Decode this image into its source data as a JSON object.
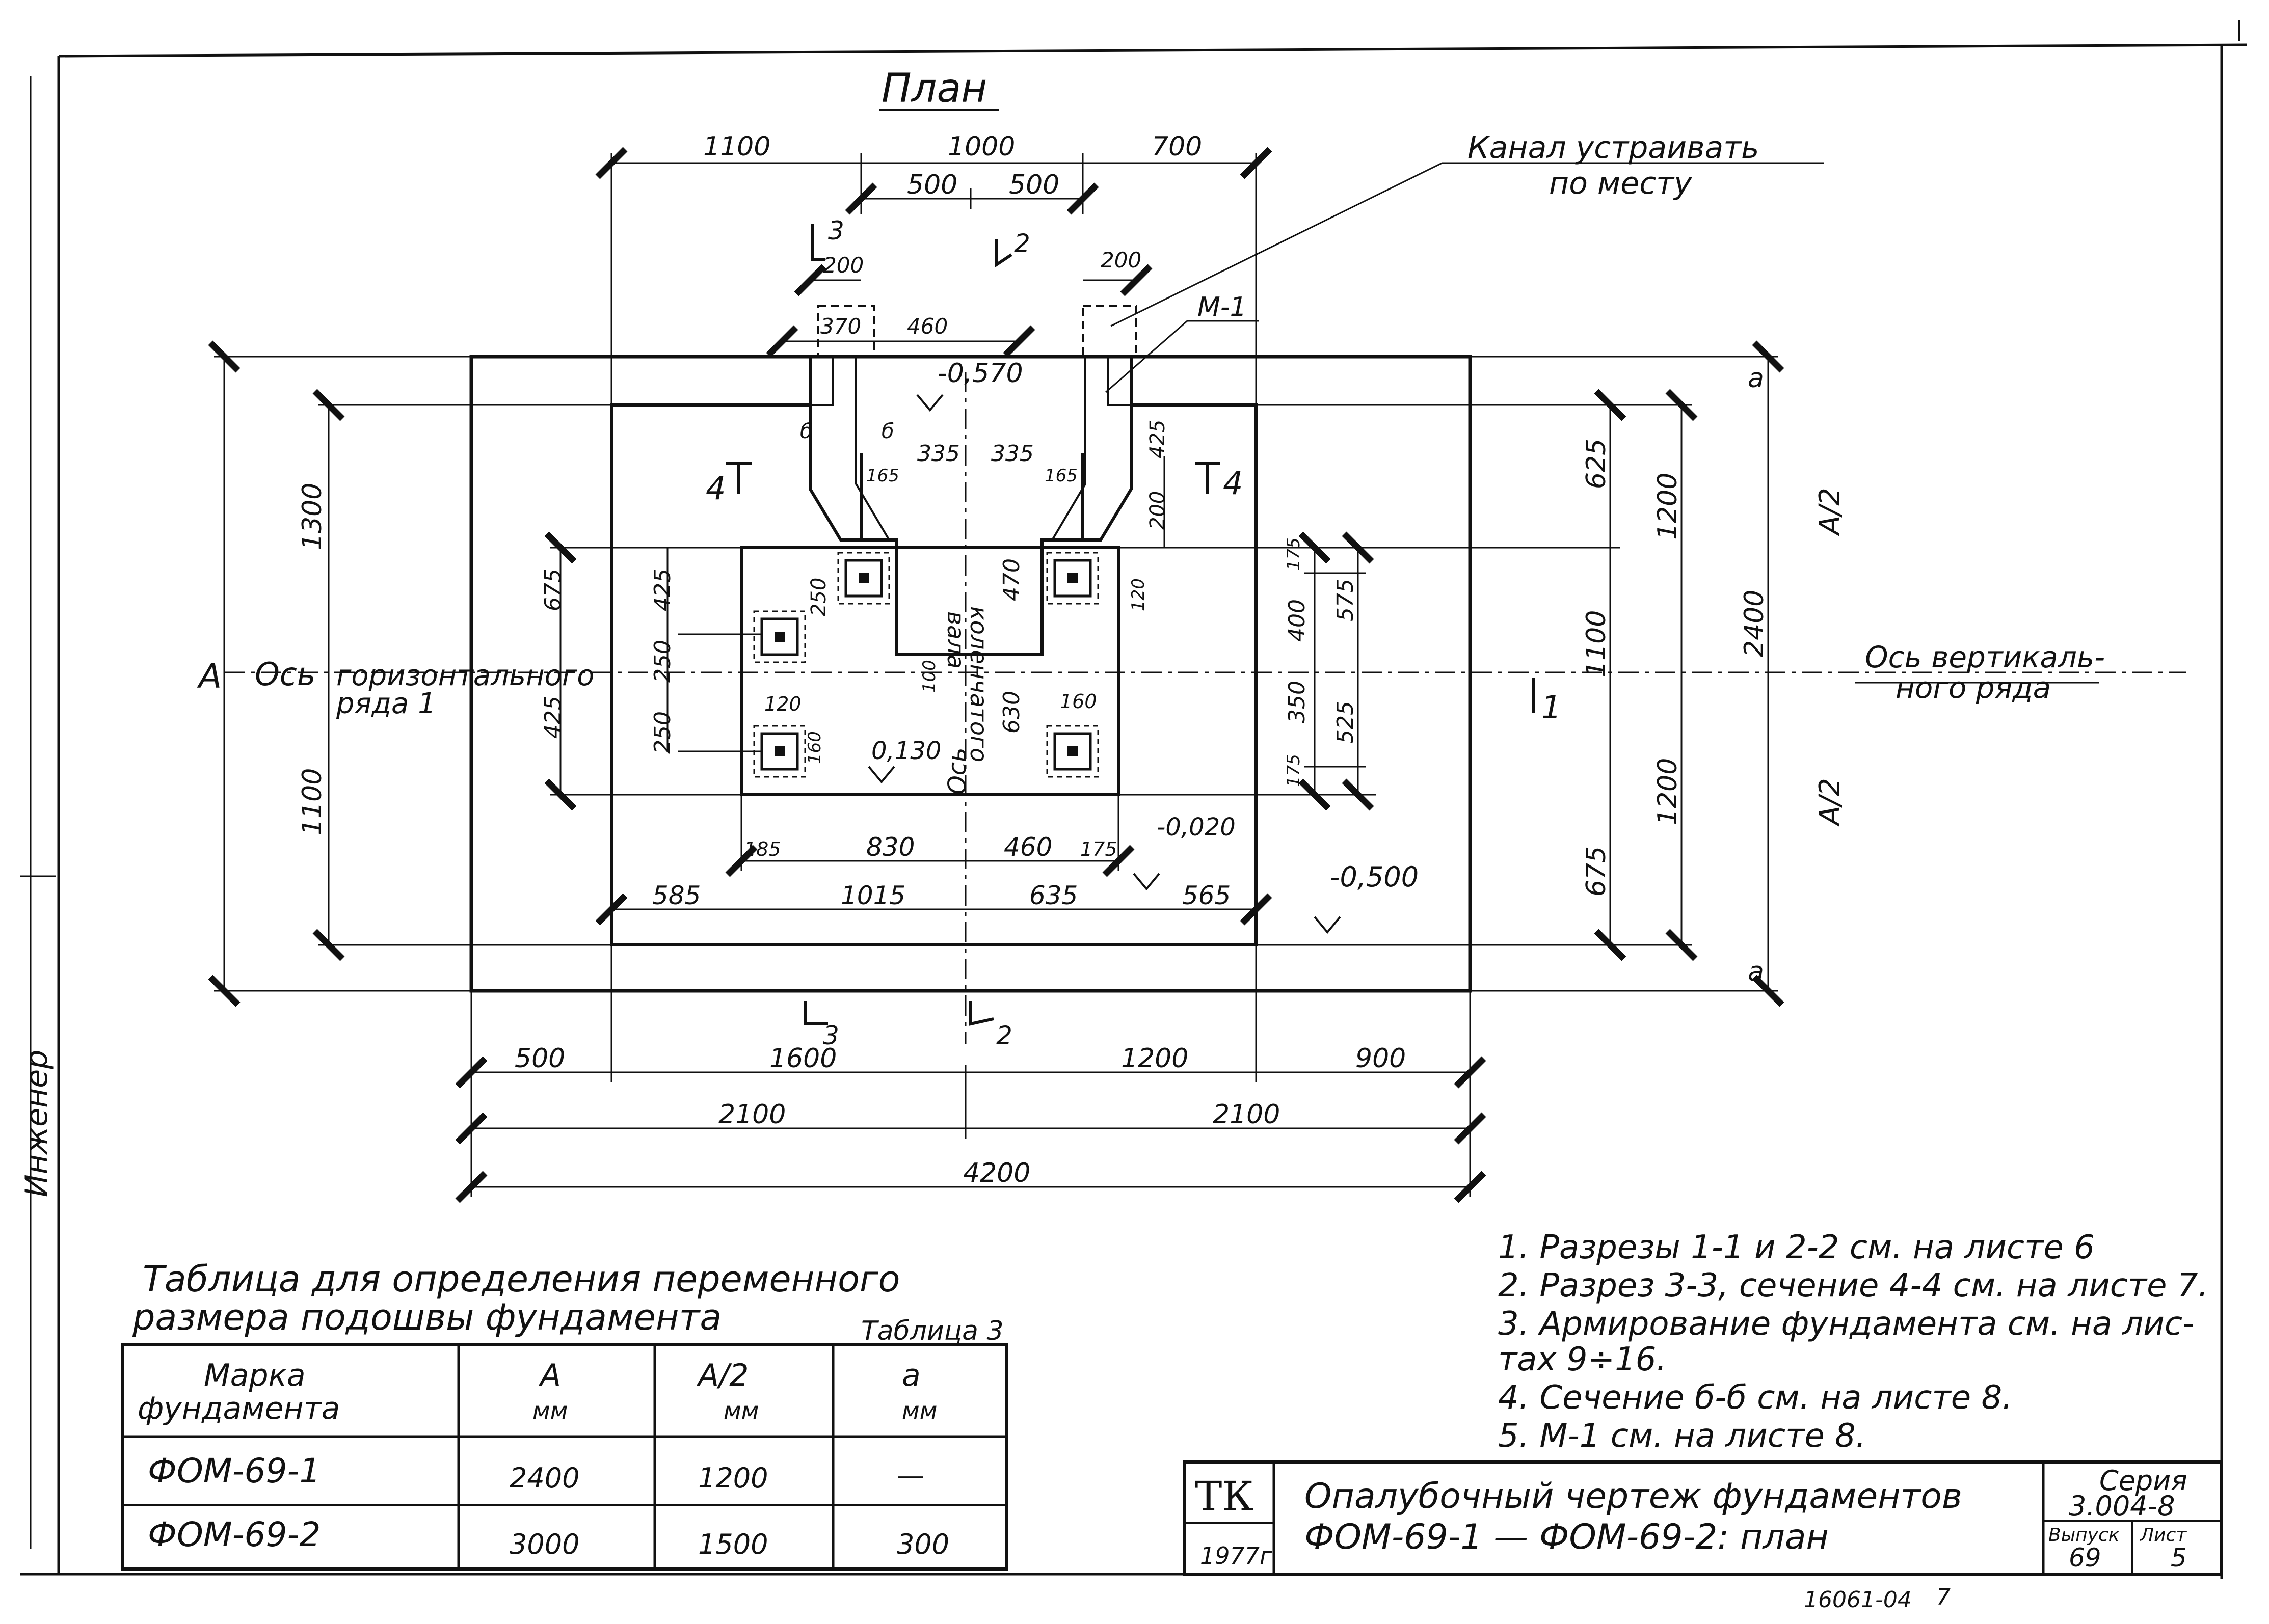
{
  "title": "План",
  "top_dims": {
    "d1100": "1100",
    "d1000": "1000",
    "d700": "700",
    "d500a": "500",
    "d500b": "500",
    "d200a": "200",
    "d200b": "200",
    "d370": "370",
    "d460": "460"
  },
  "channel_note": [
    "Канал устраивать",
    "по месту"
  ],
  "m1_label": "М-1",
  "section_marks": {
    "s3_top": "3",
    "s2_top": "2",
    "s3_bot": "3",
    "s2_bot": "2",
    "s4_left": "4",
    "s4_right": "4",
    "s1": "1",
    "b_left": "б",
    "b_right": "б"
  },
  "levels": {
    "l_0570": "-0,570",
    "l_0130": "0,130",
    "l_0020": "-0,020",
    "l_0500": "-0,500"
  },
  "inner_dims": {
    "d335a": "335",
    "d335b": "335",
    "d165a": "165",
    "d165b": "165",
    "d425r": "425",
    "d200r": "200",
    "d250": "250",
    "d470": "470",
    "d120r": "120",
    "d175a": "175",
    "d400": "400",
    "d575": "575",
    "d350": "350",
    "d525": "525",
    "d175b": "175",
    "d100": "100",
    "d630": "630",
    "d160a": "160",
    "d120b": "120",
    "d160b": "160",
    "d425l1": "425",
    "d250l1": "250",
    "d250l2": "250",
    "d675l": "675",
    "d425l2": "425",
    "d185": "185",
    "d830": "830",
    "d460b": "460",
    "d175c": "175",
    "d585": "585",
    "d1015": "1015",
    "d635": "635",
    "d565": "565"
  },
  "pit_label": [
    "коленчатого",
    "вала"
  ],
  "axis_labels": {
    "axis_short": "Ось",
    "horizontal": [
      "Ось",
      "горизонтального",
      "ряда 1"
    ],
    "vertical": [
      "Ось вертикаль-",
      "ного ряда"
    ]
  },
  "left_dims": {
    "A": "А",
    "d1300": "1300",
    "d1100": "1100"
  },
  "right_dims": {
    "a_top": "a",
    "a_bot": "a",
    "d625": "625",
    "d1100": "1100",
    "d675": "675",
    "d1200a": "1200",
    "d1200b": "1200",
    "d2400": "2400",
    "A2a": "А/2",
    "A2b": "А/2"
  },
  "bottom_dims": {
    "d500": "500",
    "d1600": "1600",
    "d1200": "1200",
    "d900": "900",
    "d2100a": "2100",
    "d2100b": "2100",
    "d4200": "4200"
  },
  "table": {
    "title_line1": "Таблица для определения переменного",
    "title_line2": "размера подошвы фундамента",
    "number": "Таблица 3",
    "headers": [
      [
        "Марка",
        "фундамента"
      ],
      [
        "А",
        "мм"
      ],
      [
        "А/2",
        "мм"
      ],
      [
        "а",
        "мм"
      ]
    ],
    "rows": [
      [
        "ФОМ-69-1",
        "2400",
        "1200",
        "—"
      ],
      [
        "ФОМ-69-2",
        "3000",
        "1500",
        "300"
      ]
    ]
  },
  "notes": [
    "1. Разрезы 1-1 и 2-2 см. на листе 6",
    "2. Разрез 3-3, сечение 4-4 см. на листе 7.",
    "3. Армирование фундамента см. на лис-",
    "   тах 9÷16.",
    "4. Сечение б-б см. на листе 8.",
    "5. М-1 см. на листе 8."
  ],
  "stamp": {
    "org": "ТК",
    "year": "1977г",
    "title_line1": "Опалубочный чертеж фундаментов",
    "title_line2": "ФОМ-69-1 — ФОМ-69-2: план",
    "series_label": "Серия",
    "series": "3.004-8",
    "issue_label": "Выпуск",
    "issue": "69",
    "sheet_label": "Лист",
    "sheet": "5"
  },
  "footer_code": "16061-04",
  "footer_num": "7",
  "margin_label": "Инженер"
}
